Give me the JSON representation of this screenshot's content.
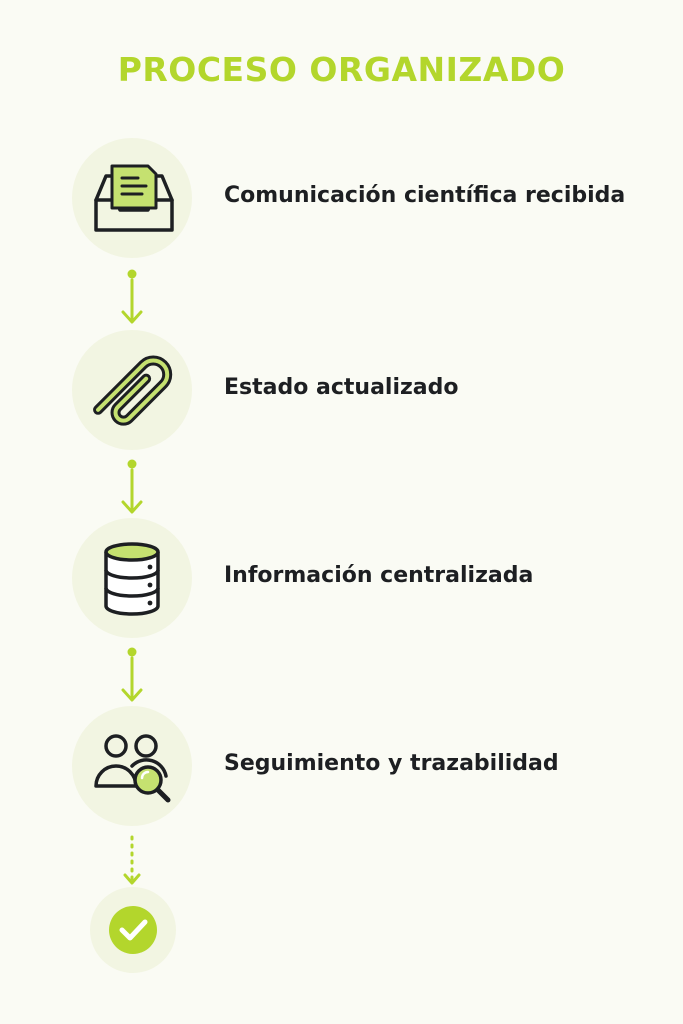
{
  "title": "PROCESO ORGANIZADO",
  "colors": {
    "accent": "#b3d62c",
    "accent_fill": "#c5e170",
    "circle_bg": "#f2f5e2",
    "text": "#1d1f22",
    "background": "#fafbf4"
  },
  "steps": [
    {
      "label": "Comunicación científica recibida",
      "icon": "inbox-document-icon"
    },
    {
      "label": "Estado actualizado",
      "icon": "paperclip-icon"
    },
    {
      "label": "Información centralizada",
      "icon": "database-icon"
    },
    {
      "label": "Seguimiento y trazabilidad",
      "icon": "users-search-icon"
    }
  ],
  "final_icon": "check-icon"
}
